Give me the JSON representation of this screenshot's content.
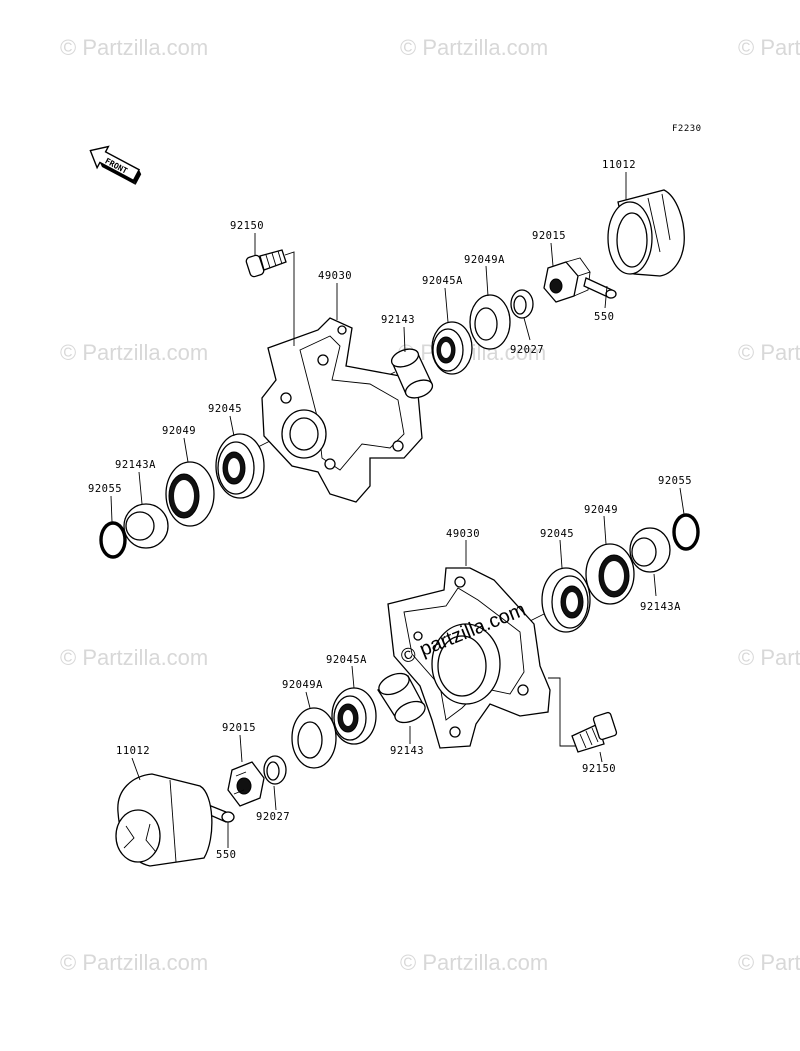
{
  "figure_code": "F2230",
  "front_label": "FRONT",
  "watermark_text": "© Partzilla.com",
  "center_watermark": "© partzilla.com",
  "labels": {
    "upper": {
      "p11012": "11012",
      "p92150": "92150",
      "p49030": "49030",
      "p92015": "92015",
      "p92049A": "92049A",
      "p92045A": "92045A",
      "p92143": "92143",
      "p92027": "92027",
      "p550": "550",
      "p92045": "92045",
      "p92049": "92049",
      "p92143A": "92143A",
      "p92055": "92055"
    },
    "lower": {
      "p92055": "92055",
      "p49030": "49030",
      "p92045": "92045",
      "p92049": "92049",
      "p92143A": "92143A",
      "p92045A": "92045A",
      "p92049A": "92049A",
      "p92015": "92015",
      "p92143": "92143",
      "p11012": "11012",
      "p92027": "92027",
      "p550": "550",
      "p92150": "92150"
    }
  }
}
